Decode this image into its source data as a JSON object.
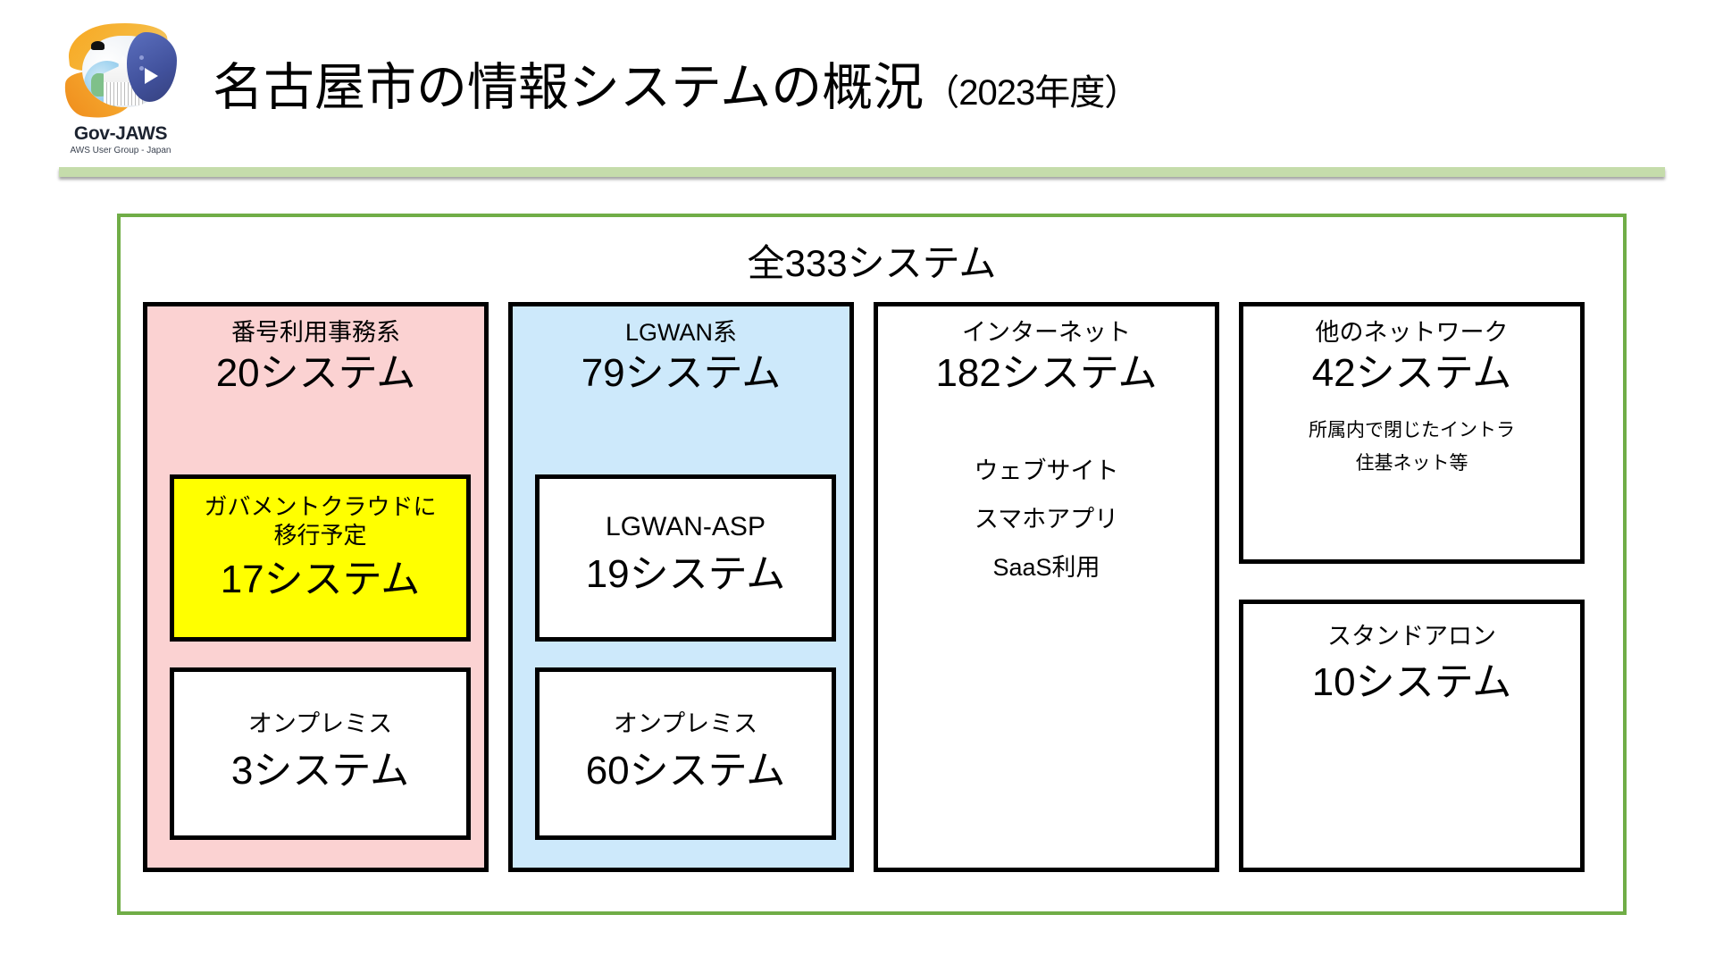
{
  "header": {
    "logo": {
      "name": "Gov-JAWS",
      "tagline": "AWS User Group - Japan"
    },
    "title_main": "名古屋市の情報システムの概況",
    "title_suffix": "（2023年度）"
  },
  "diagram": {
    "total_label": "全333システム",
    "frame_color": "#70ad47",
    "columns": [
      {
        "id": "mynumber",
        "heading": "番号利用事務系",
        "count": "20システム",
        "background": "#fbd2d2",
        "boxes": [
          {
            "id": "govcloud",
            "heading_line1": "ガバメントクラウドに",
            "heading_line2": "移行予定",
            "count": "17システム",
            "background": "#ffff00"
          },
          {
            "id": "onprem-mynumber",
            "heading": "オンプレミス",
            "count": "3システム",
            "background": "#ffffff"
          }
        ]
      },
      {
        "id": "lgwan",
        "heading": "LGWAN系",
        "count": "79システム",
        "background": "#cde9fb",
        "boxes": [
          {
            "id": "lgwan-asp",
            "heading": "LGWAN-ASP",
            "count": "19システム",
            "background": "#ffffff"
          },
          {
            "id": "onprem-lgwan",
            "heading": "オンプレミス",
            "count": "60システム",
            "background": "#ffffff"
          }
        ]
      },
      {
        "id": "internet",
        "heading": "インターネット",
        "count": "182システム",
        "background": "#ffffff",
        "notes": [
          "ウェブサイト",
          "スマホアプリ",
          "SaaS利用"
        ]
      },
      {
        "id": "othernetwork",
        "heading": "他のネットワーク",
        "count": "42システム",
        "background": "#ffffff",
        "notes": [
          "所属内で閉じたイントラ",
          "住基ネット等"
        ]
      },
      {
        "id": "standalone",
        "heading": "スタンドアロン",
        "count": "10システム",
        "background": "#ffffff"
      }
    ]
  }
}
